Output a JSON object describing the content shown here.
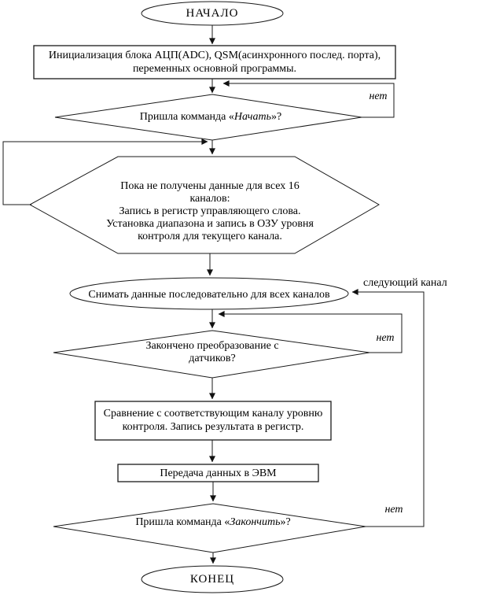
{
  "colors": {
    "background": "#ffffff",
    "stroke": "#1a1a1a",
    "text": "#000000"
  },
  "nodes": {
    "start": {
      "label": "НАЧАЛО"
    },
    "init": {
      "line1": "Инициализация блока АЦП(ADC), QSM(асинхронного послед. порта),",
      "line2": "переменных основной программы."
    },
    "decision_start": {
      "prefix": "Пришла комманда «",
      "emphasis": "Начать",
      "suffix": "»?"
    },
    "loop": {
      "line1": "Пока не получены данные для всех 16",
      "line2": "каналов:",
      "line3": "Запись в регистр управляющего слова.",
      "line4": "Установка диапазона и запись в ОЗУ уровня",
      "line5": "контроля для текущего канала."
    },
    "acquire": {
      "label": "Снимать данные последовательно для всех каналов"
    },
    "decision_conversion": {
      "line1": "Закончено преобразование с",
      "line2": "датчиков?"
    },
    "compare": {
      "line1": "Сравнение с соответствующим каналу уровню",
      "line2": "контроля. Запись результата в регистр."
    },
    "transfer": {
      "label": "Передача данных в ЭВМ"
    },
    "decision_finish": {
      "prefix": "Пришла комманда «",
      "emphasis": "Закончить",
      "suffix": "»?"
    },
    "end": {
      "label": "КОНЕЦ"
    }
  },
  "edge_labels": {
    "no_start": "нет",
    "no_conversion": "нет",
    "no_finish": "нет",
    "next_channel": "следующий канал"
  }
}
